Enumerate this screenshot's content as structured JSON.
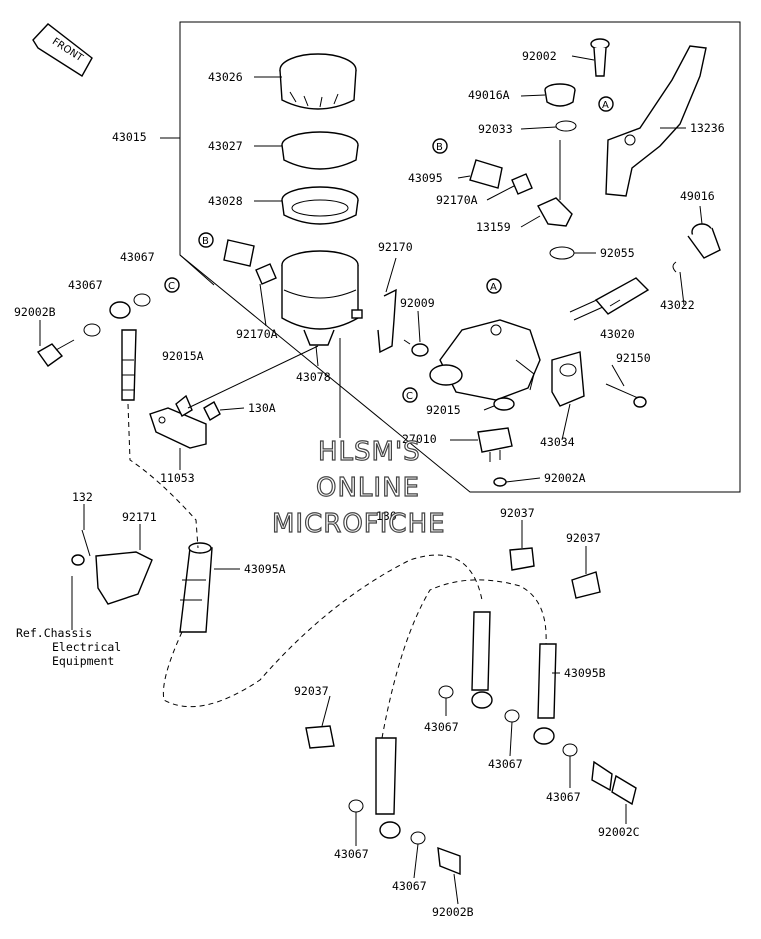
{
  "front_tag": "FRONT",
  "watermark": [
    "HLSM'S",
    "ONLINE",
    "MICROFICHE"
  ],
  "ref_note": [
    "Ref.Chassis",
    "Electrical",
    "Equipment"
  ],
  "circle_letters": {
    "A": "A",
    "B": "B",
    "C": "C"
  },
  "labels": {
    "p92002": "92002",
    "p43026": "43026",
    "p49016A": "49016A",
    "p92033": "92033",
    "p13236": "13236",
    "p43015": "43015",
    "p43027": "43027",
    "p43095": "43095",
    "p43028": "43028",
    "p92170A_top": "92170A",
    "p49016": "49016",
    "p13159": "13159",
    "p43067_a": "43067",
    "p92170": "92170",
    "p92055": "92055",
    "p43067_b": "43067",
    "p92009": "92009",
    "p43022": "43022",
    "p92002B_l": "92002B",
    "p92170A_mid": "92170A",
    "p43020": "43020",
    "p92015A": "92015A",
    "p43078": "43078",
    "p92150": "92150",
    "p130A": "130A",
    "p92015": "92015",
    "p43034": "43034",
    "p27010": "27010",
    "p11053": "11053",
    "p92002A": "92002A",
    "p132": "132",
    "p92171": "92171",
    "p130": "130",
    "p92037_a": "92037",
    "p43095A": "43095A",
    "p92037_b": "92037",
    "p43095B": "43095B",
    "p92037_c": "92037",
    "p43067_c": "43067",
    "p43067_d": "43067",
    "p43067_e": "43067",
    "p92002C": "92002C",
    "p43067_f": "43067",
    "p43067_g": "43067",
    "p92002B_b": "92002B"
  }
}
